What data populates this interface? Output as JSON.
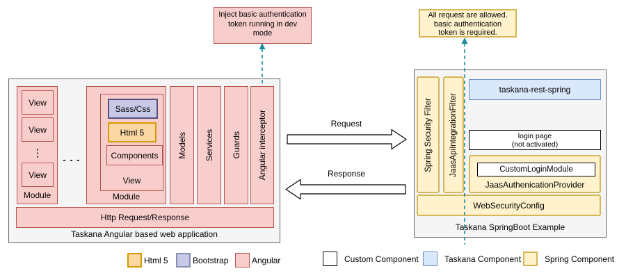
{
  "annotations": {
    "left": {
      "lines": [
        "Inject basic authentication",
        "token running in dev",
        "mode"
      ]
    },
    "right": {
      "lines": [
        "All request are allowed.",
        "basic authentication",
        "token is required."
      ]
    }
  },
  "arrows": {
    "request": "Request",
    "response": "Response"
  },
  "app": {
    "title": "Taskana Angular based web application",
    "module1": {
      "views": [
        "View",
        "View",
        "View"
      ],
      "ellipsis": "⋮",
      "label": "Module"
    },
    "between": "- - -",
    "module2": {
      "sass": "Sass/Css",
      "html5": "Html 5",
      "components": "Components",
      "view_label": "View",
      "label": "Module"
    },
    "columns": [
      "Models",
      "Services",
      "Guards",
      "Angular interceptor"
    ],
    "http_bar": "Http Request/Response"
  },
  "sb": {
    "title": "Taskana SpringBoot Example",
    "filters": [
      "Spring Security Filter",
      "JaasApiIntegrationFilter"
    ],
    "rest": "taskana-rest-spring",
    "login": [
      "login page",
      "(not activated)"
    ],
    "provider_inner": "CustomLoginModule",
    "provider_label": "JaasAuthenicationProvider",
    "web_security": "WebSecurityConfig"
  },
  "legend": {
    "items": [
      {
        "label": "Html 5"
      },
      {
        "label": "Bootstrap"
      },
      {
        "label": "Angular"
      },
      {
        "label": "Custom Component"
      },
      {
        "label": "Taskana Component"
      },
      {
        "label": "Spring Component"
      }
    ]
  },
  "colors": {
    "angular_fill": "#f8cecc",
    "angular_stroke": "#b85450",
    "html5_fill": "#fbd7a4",
    "html5_stroke": "#d79b00",
    "bootstrap_fill": "#c7c9e6",
    "bootstrap_stroke": "#56517e",
    "taskana_fill": "#dae8fc",
    "taskana_stroke": "#6c8ebf",
    "spring_fill": "#fff2cc",
    "spring_stroke": "#d6b656",
    "custom_fill": "#ffffff",
    "custom_stroke": "#000000",
    "container_fill": "#f5f5f5",
    "container_stroke": "#666666",
    "connector_teal": "#1a8a9d"
  }
}
